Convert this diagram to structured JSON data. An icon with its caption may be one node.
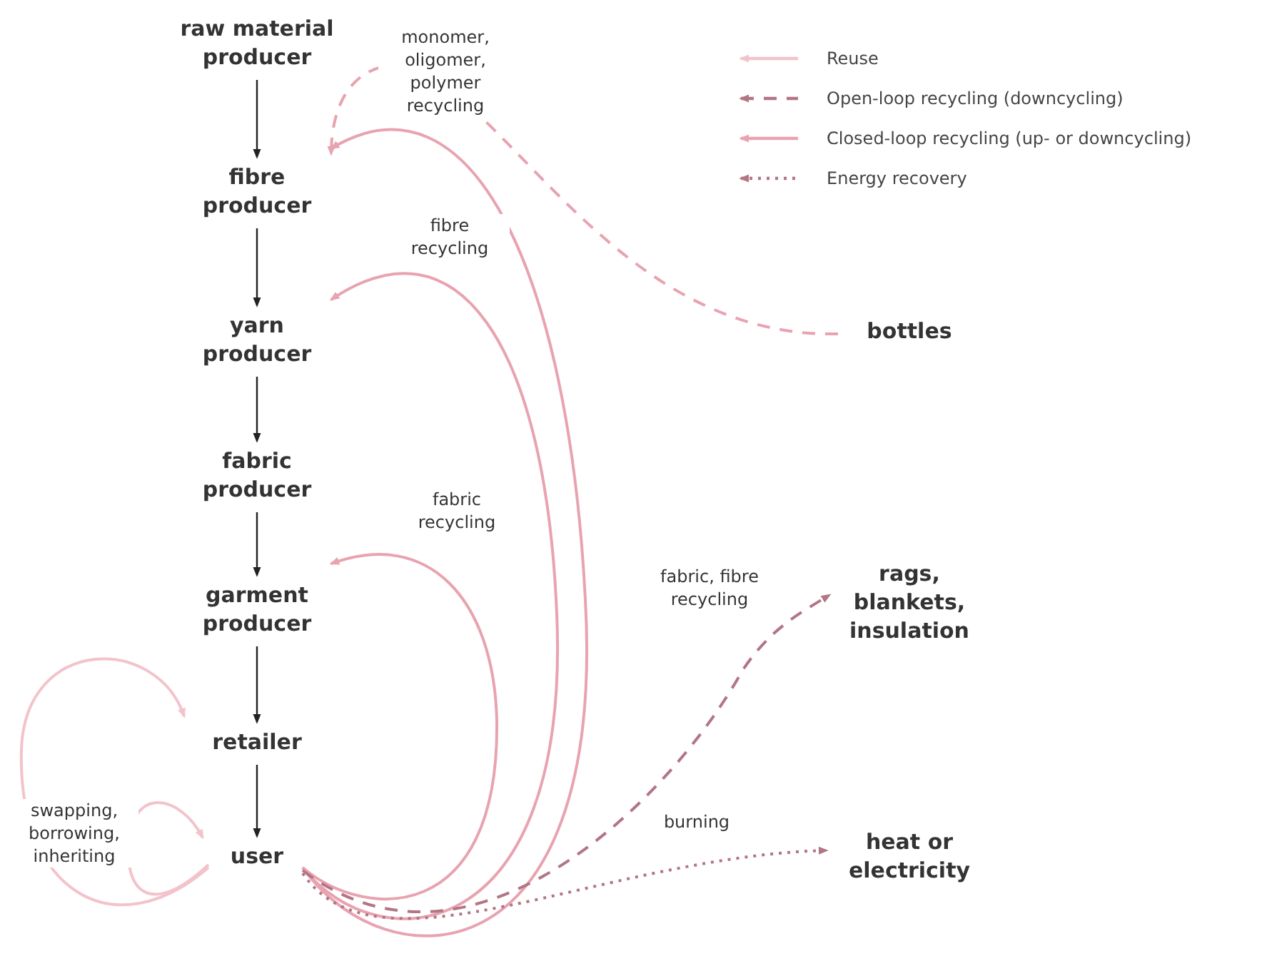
{
  "diagram": {
    "nodes": [
      {
        "text": [
          "raw material producer"
        ]
      },
      {
        "text": [
          "fibre producer"
        ]
      },
      {
        "text": [
          "yarn producer"
        ]
      },
      {
        "text": [
          "fabric producer"
        ]
      },
      {
        "text": [
          "garment producer"
        ]
      },
      {
        "text": [
          "retailer"
        ]
      },
      {
        "text": [
          "user"
        ]
      },
      {
        "text": [
          "bottles"
        ]
      },
      {
        "text": [
          "rags, blankets, insulation"
        ]
      },
      {
        "text": [
          "heat or electricity"
        ]
      }
    ],
    "edges": [
      {
        "from": 0,
        "to": 1,
        "arrow": "to"
      },
      {
        "from": 1,
        "to": 2,
        "arrow": "to"
      },
      {
        "from": 2,
        "to": 3,
        "arrow": "to"
      },
      {
        "from": 3,
        "to": 4,
        "arrow": "to"
      },
      {
        "from": 4,
        "to": 5,
        "arrow": "to"
      },
      {
        "from": 5,
        "to": 6,
        "arrow": "to"
      },
      {
        "from": 7,
        "to": 1,
        "arrow": "to",
        "style": "dashed",
        "color": "#e8a3b0"
      },
      {
        "from": 6,
        "to": 1,
        "arrow": "to",
        "label": "monomer, oligomer, polymer recycling",
        "color": "#e8a3b0"
      },
      {
        "from": 6,
        "to": 2,
        "arrow": "to",
        "label": "fibre recycling",
        "color": "#e8a3b0"
      },
      {
        "from": 6,
        "to": 4,
        "arrow": "to",
        "label": "fabric recycling",
        "color": "#e8a3b0"
      },
      {
        "from": 6,
        "to": 5,
        "arrow": "to",
        "color": "#f3c3cb"
      },
      {
        "from": 6,
        "to": 6,
        "arrow": "to",
        "label": "swapping, borrowing, inheriting",
        "color": "#f3c3cb"
      },
      {
        "from": 6,
        "to": 8,
        "arrow": "to",
        "label": "fabric, fibre recycling",
        "style": "dashed",
        "color": "#b27584"
      },
      {
        "from": 6,
        "to": 9,
        "arrow": "to",
        "label": "burning",
        "style": "dashed",
        "color": "#b27584"
      }
    ],
    "legend": [
      {
        "text": "Reuse"
      },
      {
        "text": "Open-loop recycling (downcycling)"
      },
      {
        "text": "Closed-loop recycling (up- or downcycling)"
      },
      {
        "text": "Energy recovery"
      }
    ]
  }
}
